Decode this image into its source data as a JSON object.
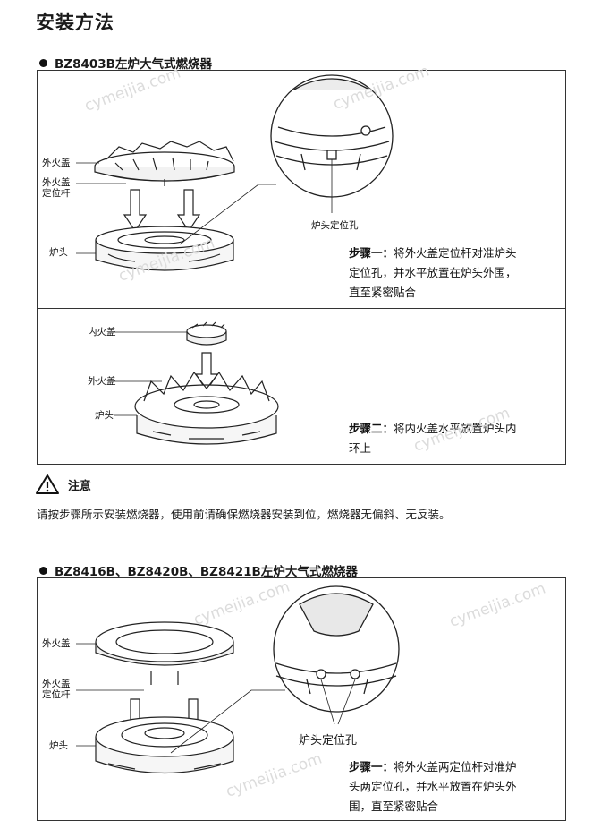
{
  "page_title": "安装方法",
  "watermark": "cymeijia.com",
  "section1": {
    "title": "BZ8403B左炉大气式燃烧器",
    "panel1": {
      "labels": {
        "outer_cap": "外火盖",
        "outer_cap_pin_line1": "外火盖",
        "outer_cap_pin_line2": "定位杆",
        "burner_head": "炉头",
        "locating_hole": "炉头定位孔"
      },
      "step_label": "步骤一：",
      "step_text_line1": "将外火盖定位杆对准炉头",
      "step_text_line2": "定位孔，并水平放置在炉头外围，",
      "step_text_line3": "直至紧密贴合"
    },
    "panel2": {
      "labels": {
        "inner_cap": "内火盖",
        "outer_cap": "外火盖",
        "burner_head": "炉头"
      },
      "step_label": "步骤二：",
      "step_text_line1": "将内火盖水平放置炉头内",
      "step_text_line2": "环上"
    }
  },
  "notice": {
    "title": "注意",
    "text": "请按步骤所示安装燃烧器，使用前请确保燃烧器安装到位，燃烧器无偏斜、无反装。"
  },
  "section2": {
    "title": "BZ8416B、BZ8420B、BZ8421B左炉大气式燃烧器",
    "labels": {
      "outer_cap": "外火盖",
      "outer_cap_pin_line1": "外火盖",
      "outer_cap_pin_line2": "定位杆",
      "burner_head": "炉头",
      "locating_hole": "炉头定位孔"
    },
    "step_label": "步骤一：",
    "step_text_line1": "将外火盖两定位杆对准炉",
    "step_text_line2": "头两定位孔，并水平放置在炉头外",
    "step_text_line3": "围，直至紧密贴合"
  }
}
